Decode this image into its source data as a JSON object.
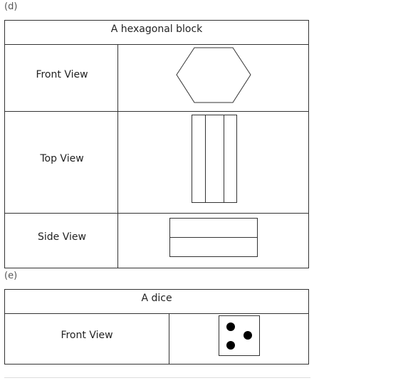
{
  "sections": [
    {
      "label": "(d)",
      "title": "A hexagonal block",
      "rows": [
        {
          "view": "Front View",
          "figure": "hexagon"
        },
        {
          "view": "Top View",
          "figure": "vertical-strips"
        },
        {
          "view": "Side View",
          "figure": "horizontal-strips"
        }
      ]
    },
    {
      "label": "(e)",
      "title": "A dice",
      "rows": [
        {
          "view": "Front View",
          "figure": "die-face-three",
          "pips": 3
        }
      ]
    }
  ]
}
